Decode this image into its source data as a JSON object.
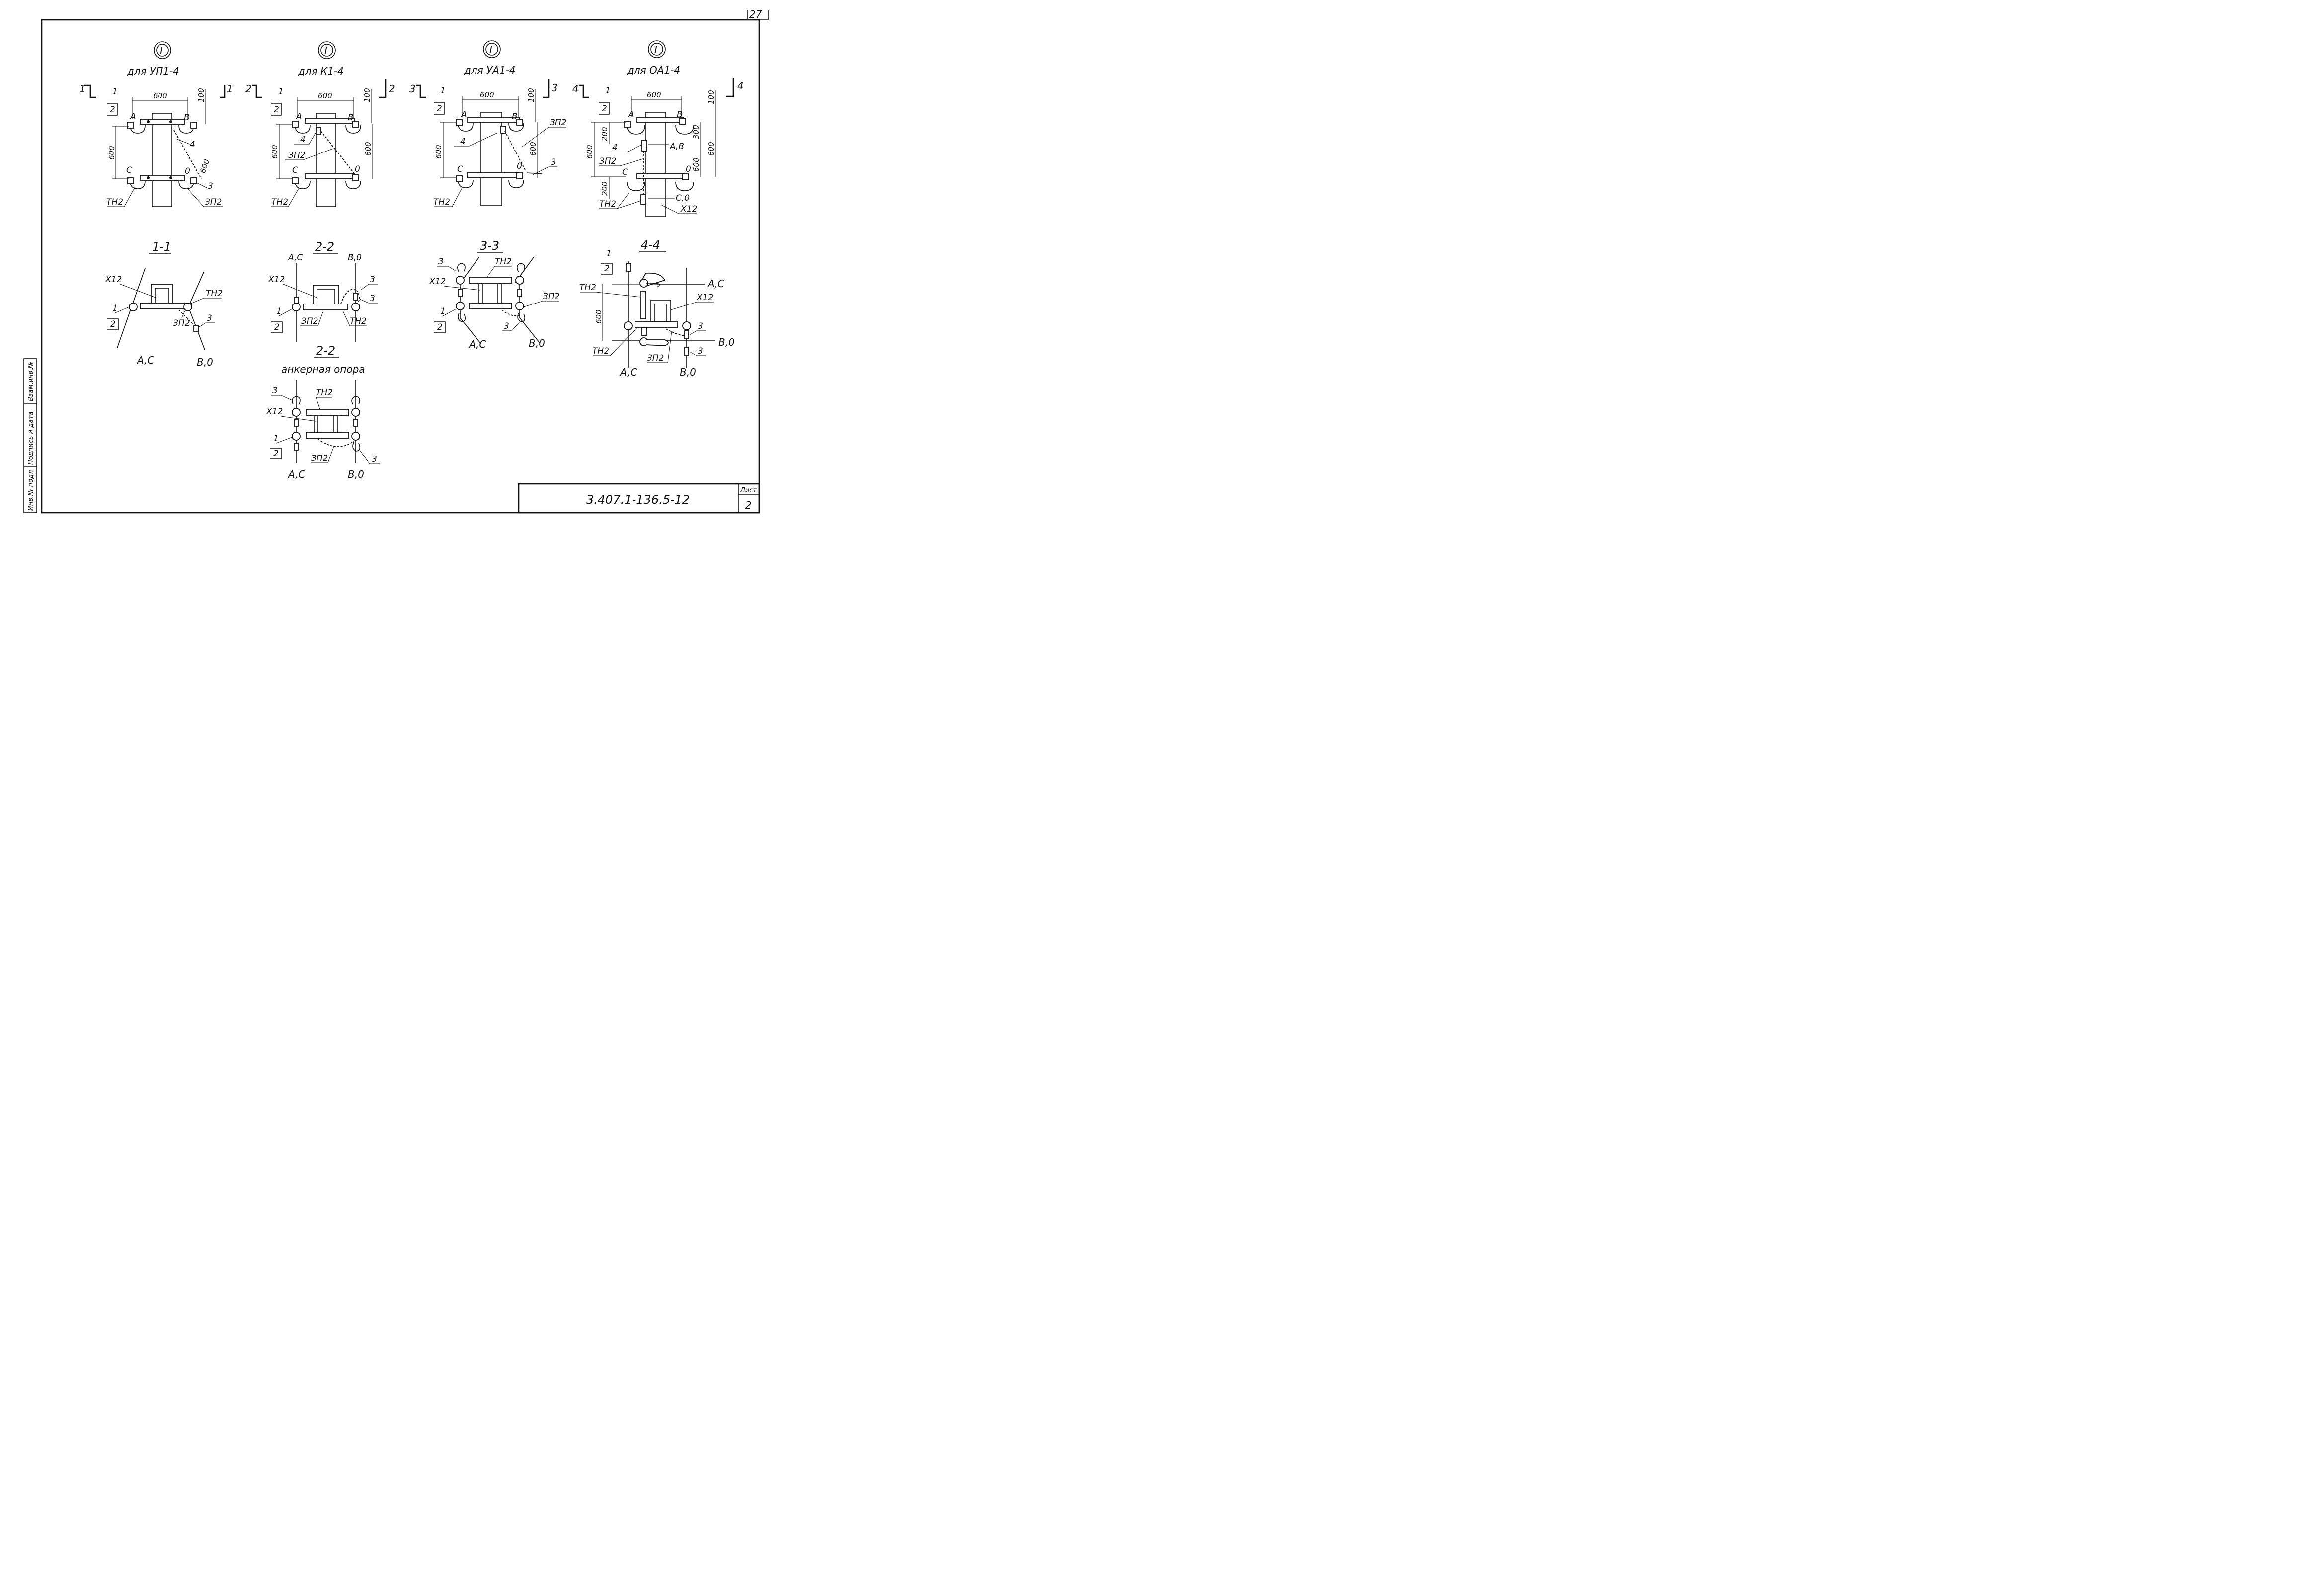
{
  "sheet": {
    "corner_number": "27",
    "code": "3.407.1-136.5-12",
    "sheet_label": "Лист",
    "sheet_number": "2",
    "side_labels": [
      "Инв.№ подл",
      "Подпись и дата",
      "Взам.инв.№"
    ]
  },
  "views": [
    {
      "node": "I",
      "caption": "для УП1-4",
      "section_mark": "1",
      "dims": {
        "width": "600",
        "top": "100",
        "height": "600",
        "diag": "600"
      },
      "labels": {
        "a": "A",
        "b": "B",
        "c": "C",
        "o": "0",
        "p1": "1",
        "p2": "2",
        "p3": "3",
        "p4": "4",
        "tn": "ТН2",
        "zp": "ЗП2"
      }
    },
    {
      "node": "I",
      "caption": "для К1-4",
      "section_mark": "2",
      "dims": {
        "width": "600",
        "top": "100",
        "height": "600",
        "height2": "600"
      },
      "labels": {
        "a": "A",
        "b": "B",
        "c": "C",
        "o": "0",
        "p1": "1",
        "p2": "2",
        "p4": "4",
        "tn": "ТН2",
        "zp": "ЗП2"
      }
    },
    {
      "node": "I",
      "caption": "для УА1-4",
      "section_mark": "3",
      "dims": {
        "width": "600",
        "top": "100",
        "height": "600",
        "height2": "600"
      },
      "labels": {
        "a": "A",
        "b": "B",
        "c": "C",
        "o": "0",
        "p1": "1",
        "p2": "2",
        "p3": "3",
        "p4": "4",
        "tn": "ТН2",
        "zp": "ЗП2"
      }
    },
    {
      "node": "I",
      "caption": "для ОА1-4",
      "section_mark": "4",
      "dims": {
        "width": "600",
        "top": "100",
        "d300": "300",
        "d600r": "600",
        "d600b": "600",
        "d200a": "200",
        "d600l": "600",
        "d200b": "200"
      },
      "labels": {
        "a": "A",
        "b": "B",
        "c": "C",
        "o": "0",
        "ab": "A,B",
        "co": "C,0",
        "p1": "1",
        "p2": "2",
        "p4": "4",
        "tn": "ТН2",
        "zp": "ЗП2",
        "x": "Х12"
      }
    }
  ],
  "sections": [
    {
      "title": "1-1",
      "labels": {
        "x": "Х12",
        "tn": "ТН2",
        "zp": "ЗП2",
        "p1": "1",
        "p2": "2",
        "p3": "3",
        "ac": "A,C",
        "bo": "B,0"
      }
    },
    {
      "title": "2-2",
      "labels": {
        "x": "Х12",
        "tn": "ТН2",
        "zp": "ЗП2",
        "p1": "1",
        "p2": "2",
        "p3a": "3",
        "p3b": "3",
        "ac": "A,C",
        "bo": "B,0"
      }
    },
    {
      "title": "3-3",
      "labels": {
        "x": "Х12",
        "tn": "ТН2",
        "zp": "ЗП2",
        "p1": "1",
        "p2": "2",
        "p3a": "3",
        "p3b": "3",
        "ac": "A,C",
        "bo": "B,0"
      }
    },
    {
      "title": "4-4",
      "labels": {
        "x": "Х12",
        "tn1": "ТН2",
        "tn2": "ТН2",
        "zp": "ЗП2",
        "p1": "1",
        "p2": "2",
        "p3a": "3",
        "p3b": "3",
        "ac_r": "A,C",
        "bo_r": "B,0",
        "ac": "A,C",
        "bo": "B,0",
        "dim": "600"
      }
    },
    {
      "title": "2-2",
      "subtitle": "анкерная опора",
      "labels": {
        "x": "Х12",
        "tn": "ТН2",
        "zp": "ЗП2",
        "p1": "1",
        "p2": "2",
        "p3a": "3",
        "p3b": "3",
        "ac": "A,C",
        "bo": "B,0"
      }
    }
  ]
}
